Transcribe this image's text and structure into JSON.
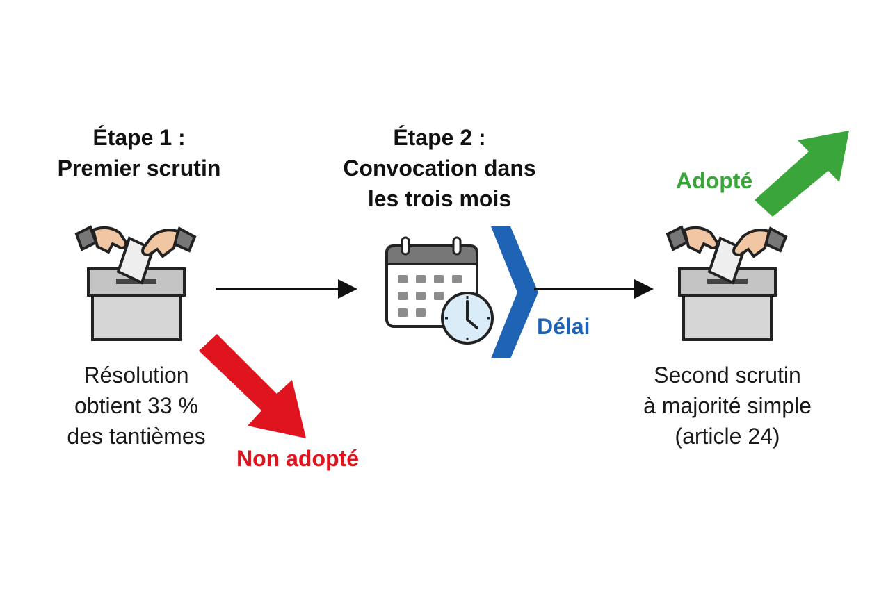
{
  "step1": {
    "title": "Étape 1 :\nPremier scrutin",
    "description": "Résolution\nobtient 33 %\ndes tantièmes",
    "outcome": "Non adopté"
  },
  "step2": {
    "title": "Étape 2 :\nConvocation dans\nles trois mois",
    "delay_label": "Délai"
  },
  "step3": {
    "description": "Second scrutin\nà majorité simple\n(article 24)",
    "outcome": "Adopté"
  },
  "colors": {
    "red": "#e0141e",
    "green": "#3aa53a",
    "blue": "#1f63b5"
  },
  "icons": [
    "ballot-box-icon",
    "calendar-clock-icon",
    "ballot-box-icon"
  ]
}
